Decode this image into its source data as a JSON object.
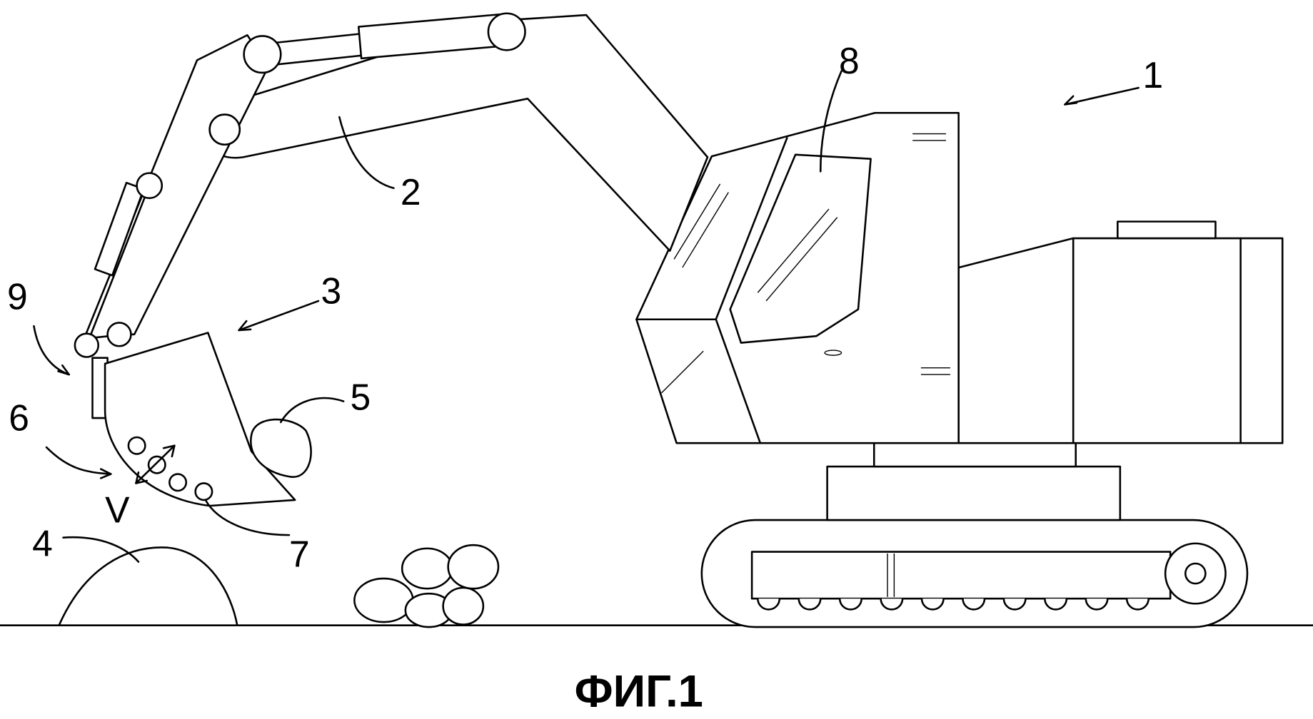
{
  "figure": {
    "caption": "ФИГ.1",
    "labels": {
      "excavator": "1",
      "boom": "2",
      "bucket": "3",
      "pile": "4",
      "stone": "5",
      "bucket_bottom": "6",
      "openings": "7",
      "cab": "8",
      "hinge": "9",
      "vibration": "V"
    }
  }
}
